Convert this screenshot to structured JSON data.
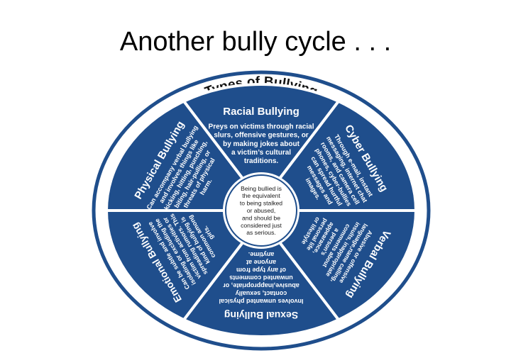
{
  "slide": {
    "title": "Another bully cycle . . ."
  },
  "diagram": {
    "ring_title": "Types of Bullying",
    "center_lines": [
      "Being bullied is",
      "the equivalent",
      "to being stalked",
      "or abused,",
      "and should be",
      "considered just",
      "as serious."
    ],
    "colors": {
      "segment": "#1f4e8c",
      "ring": "#1f4e8c",
      "divider": "#ffffff",
      "center": "#ffffff",
      "text": "#ffffff"
    },
    "segments": [
      {
        "id": "racial",
        "title": "Racial Bullying",
        "lines": [
          "Preys on victims through racial",
          "slurs, offensive gestures, or",
          "by making jokes about",
          "a victim’s cultural",
          "traditions."
        ]
      },
      {
        "id": "cyber",
        "title": "Cyber Bullying",
        "lines": [
          "Through e-mail, instant",
          "messaging, internet chat",
          "rooms, and camera cell",
          "phones, cyber-bullies",
          "can spread hurtful",
          "messages and",
          "images."
        ]
      },
      {
        "id": "verbal",
        "title": "Verbal Bullying",
        "lines": [
          "Abusive or offensive",
          "language,name calling,",
          "insults, inappropriate",
          "comments about",
          "a person’s",
          "appearance,",
          "personal life",
          "or lifestyle"
        ]
      },
      {
        "id": "sexual",
        "title": "Sexual Bullying",
        "lines": [
          "Involves unwanted physical",
          "contact, sexually",
          "abusive,inappropriate, or",
          "unwanted comments",
          "of any type from",
          "anyone at",
          "anytime."
        ]
      },
      {
        "id": "emotional",
        "title": "Emotional Bullying",
        "lines": [
          "Can be subtle and involve",
          "isolating or excluding the",
          "victim from activities or",
          "spreading rumors. This",
          "kind of bullying is",
          "common among",
          "girls."
        ]
      },
      {
        "id": "physical",
        "title": "Physical Bullying",
        "lines": [
          "Can accompany verbal bullying",
          "and involves things like",
          "kicking, hitting, punching,",
          "biting, hair-pulling, or",
          "threats of physical",
          "harm."
        ]
      }
    ]
  }
}
